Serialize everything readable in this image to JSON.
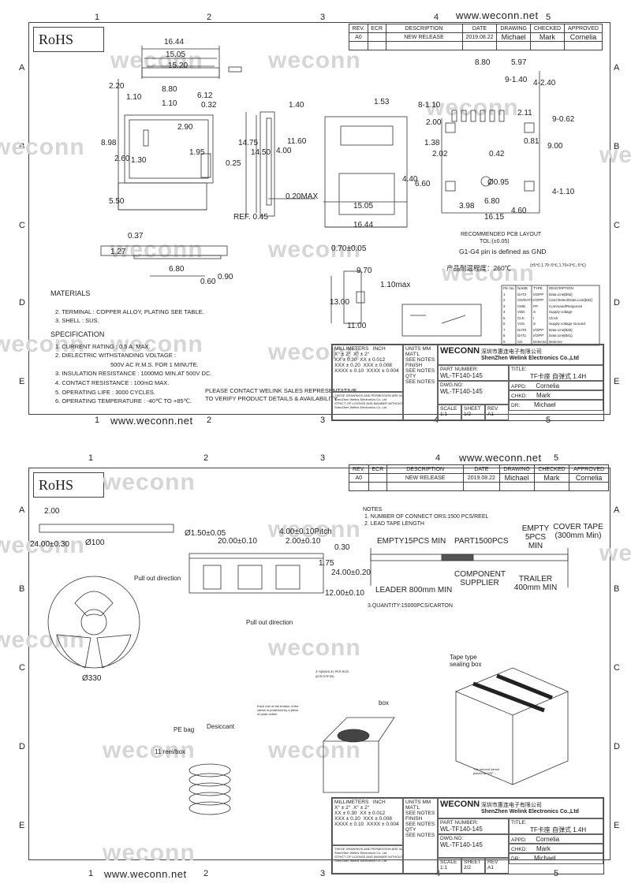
{
  "common": {
    "url": "www.weconn.net",
    "rohs": "RoHS",
    "watermark": "weconn",
    "zones_top": [
      "1",
      "2",
      "3",
      "4",
      "5"
    ],
    "zones_side": [
      "A",
      "B",
      "C",
      "D",
      "E"
    ],
    "revision_headers": [
      "REV.",
      "ECR",
      "DESCRIPTION",
      "DATE",
      "DRAWING",
      "CHECKED",
      "APPROVED"
    ],
    "revision_row": [
      "A0",
      "",
      "NEW RELEASE",
      "2019.08.22",
      "Michael",
      "Mark",
      "Cornelia"
    ],
    "company": {
      "logo": "WECONN",
      "cn": "深圳市惠连电子有限公司",
      "en": "ShenZhen Welink Electronics Co.,Ltd"
    },
    "title_block": {
      "tol_headers": [
        "MILLIMETERS",
        "INCH"
      ],
      "tol_rows": [
        [
          "X°  ± 2°",
          "X°  ± 2°"
        ],
        [
          "XX  ± 0.30",
          "XX  ± 0.012"
        ],
        [
          "XXX  ± 0.20",
          "XXX  ± 0.008"
        ],
        [
          "XXXX  ± 0.10",
          "XXXX  ± 0.004"
        ]
      ],
      "units_label": "UNITS",
      "units_value": "MM",
      "matl_label": "MAT'L",
      "matl_value": "SEE NOTES",
      "finish_label": "FINISH",
      "finish_value": "SEE NOTES",
      "qty_label": "QTY",
      "qty_value": "SEE NOTES",
      "notice": "THESE DRAWINGS AND PERMISSION ARE MADE\nShenZhen Welink Electronics Co.,Ltd\nSTRICT OF LICENSE AND MANNER WITHOUT by any\nShenZhen Welink Electronics Co.,Ltd",
      "part_number_label": "PART NUMBER:",
      "part_number": "WL-TF140-145",
      "dwg_label": "DWG.NO:",
      "dwg_no": "WL-TF140-145",
      "title_label": "TITLE:",
      "title": "TF卡座 自弹式 1.4H",
      "appd_label": "APPD:",
      "appd": "Cornelia",
      "chkd_label": "CHKD:",
      "chkd": "Mark",
      "dr_label": "DR:",
      "dr": "Michael",
      "scale_label": "SCALE",
      "scale": "1:1",
      "sheet_label": "SHEET",
      "rev_label": "REV",
      "rev": "A1"
    }
  },
  "sheet1": {
    "sheet": "1/2",
    "dims_top": [
      "16.44",
      "15.05",
      "15.20"
    ],
    "dims_left": [
      "2.20",
      "1.10",
      "8.80",
      "6.12",
      "1.10",
      "0.32",
      "2.90",
      "8.98",
      "2.60",
      "1.30",
      "1.95",
      "0.25",
      "5.50"
    ],
    "dims_mid": [
      "1.40",
      "14.75",
      "14.50",
      "4.00",
      "11.60",
      "0.20MAX",
      "REF. 0.45"
    ],
    "dims_right": [
      "1.53",
      "8-1.10",
      "2.00",
      "1.38",
      "2.02",
      "0.42",
      "4.40",
      "6.60",
      "15.05",
      "16.44"
    ],
    "dims_pcb": [
      "8.80",
      "5.97",
      "9-1.40",
      "4-2.40",
      "2.11",
      "9-0.62",
      "0.81",
      "9.00",
      "Ø0.95",
      "4-1.10",
      "3.98",
      "6.80",
      "16.15",
      "4.60"
    ],
    "dims_bottom": [
      "0.37",
      "1.27",
      "6.80",
      "0.60",
      "0.90"
    ],
    "dims_switch": [
      "0.70±0.05",
      "9.70",
      "1.10max",
      "13.00",
      "11.00"
    ],
    "pcb_layout_title": "RECOMMENDED PCB LAYOUT",
    "pcb_tol": "TOL:(±0.05)",
    "gnd_note": "G1-G4 pin is defined as GND",
    "temp_note": "产品耐温程度：260℃",
    "temp_tol": "(±5℃,1.70~5℃,1.70+3℃,-5℃)",
    "materials_head": "MATERIALS",
    "materials": [
      "2. TERMINAL : COPPER ALLOY, PLATING SEE TABLE.",
      "3. SHELL : SUS."
    ],
    "spec_head": "SPECIFICATION",
    "specs": [
      "1. CURRENT RATING : 0.5 A. MAX.",
      "2. DIELECTRIC WITHSTANDING VOLTAGE :",
      "500V AC R.M.S. FOR 1 MINUTE.",
      "3. INSULATION RESISTANCE : 1000MΩ MIN.AT 500V DC.",
      "4. CONTACT RESISTANCE : 100mΩ MAX.",
      "5. OPERATING LIFE : 3000 CYCLES.",
      "6. OPERATING TEMPERATURE : -40℃ TO +85℃."
    ],
    "contact_note": [
      "PLEASE CONTACT WELINK SALES REPRESENTATIVE",
      "TO VERIFY PRODUCT DETAILS & AVAILABILITY"
    ],
    "pin_table_headers": [
      "Pin No.",
      "NAME",
      "TYPE",
      "DESCRIPTION"
    ],
    "pin_rows": [
      [
        "1",
        "DAT2",
        "I/O/PP",
        "Data Line[Bit2]"
      ],
      [
        "2",
        "CD/DAT3",
        "I/O/PP",
        "Card Detect/Data Line[Bit3]"
      ],
      [
        "3",
        "CMD",
        "PP",
        "Command/Response"
      ],
      [
        "4",
        "VDD",
        "S",
        "Supply voltage"
      ],
      [
        "5",
        "CLK",
        "I",
        "Clock"
      ],
      [
        "6",
        "VSS",
        "S",
        "Supply voltage Ground"
      ],
      [
        "7",
        "DAT0",
        "I/O/PP",
        "Data Line[Bit0]"
      ],
      [
        "8",
        "DAT1",
        "I/O/PP",
        "Data Line[Bit1]"
      ],
      [
        "9",
        "CD",
        "Detector",
        "Detector"
      ]
    ]
  },
  "sheet2": {
    "sheet": "2/2",
    "notes_head": "NOTES",
    "notes": [
      "1. NUMBER OF CONNECT ORS:1500 PCS/REEL",
      "2. LEAD TAPE LENGTH"
    ],
    "quantity": "3.QUANTITY:15000PCS/CARTON",
    "reel_dims": [
      "2.00",
      "24.00±0.30",
      "Ø100",
      "Ø330"
    ],
    "tape_dims": [
      "Ø1.50±0.05",
      "20.00±0.10",
      "4.00±0.10Pitch",
      "2.00±0.10",
      "0.30",
      "1.75",
      "24.00±0.20",
      "12.00±0.10"
    ],
    "pull_out": "Pull out direction",
    "tape_segments": [
      "EMPTY15PCS MIN",
      "PART1500PCS",
      "EMPTY 5PCS MIN",
      "COVER TAPE (300mm Min)",
      "LEADER 800mm MIN",
      "COMPONENT SUPPLIER",
      "TRAILER 400mm MIN"
    ],
    "pack_labels": [
      "PE bag",
      "Desiccant",
      "11 reel/box",
      "box",
      "Tape type sealing box"
    ],
    "pack_small": [
      "Each reel of the bottom of the carton is protected by a piece of pearl cotton",
      "3~5(MAGLE) PER BOX",
      "(675*375*35)",
      "The second carton placed at 375°..."
    ]
  }
}
